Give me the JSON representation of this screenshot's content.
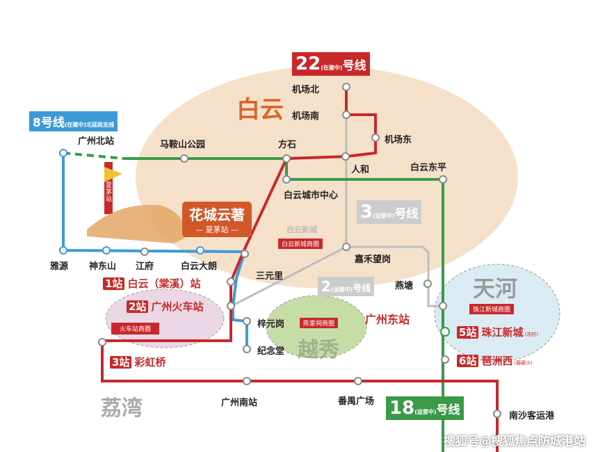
{
  "colors": {
    "line22": "#c8282a",
    "line8": "#3d9ad8",
    "line18": "#3a9a48",
    "line3": "#bdbdbd",
    "baiyun": "#f3dcc0",
    "tianhe": "#dbebf3",
    "yuexiu": "#c6dda8",
    "liwan": "#ead8e6"
  },
  "districts": {
    "baiyun": "白云",
    "tianhe": "天河",
    "yuexiu": "越秀",
    "liwan": "荔湾"
  },
  "lines": {
    "l22": {
      "num": "22",
      "status": "(在建中)",
      "name": "号线"
    },
    "l8": {
      "num": "8号线",
      "status": "(在建中)",
      "name": "北延段支线"
    },
    "l3": {
      "num": "3",
      "status": "(运营中)",
      "name": "号线"
    },
    "l2": {
      "num": "2",
      "status": "(运营中)",
      "name": "号线"
    },
    "l18": {
      "num": "18",
      "status": "(运营中)",
      "name": "号线"
    }
  },
  "stations": {
    "jichangbei": "机场北",
    "jichangnan": "机场南",
    "jichangdong": "机场东",
    "guangzhoubei": "广州北站",
    "maanshan": "马鞍山公园",
    "fangshi": "方石",
    "renhe": "人和",
    "baiyundongping": "白云东平",
    "baiyuncity": "白云城市中心",
    "yayuan": "雅源",
    "shendongshan": "神东山",
    "jiangfu": "江府",
    "baiyundalang": "白云大朗",
    "sanyuanli": "三元里",
    "jiahe": "嘉禾望岗",
    "yantang": "燕塘",
    "guangzhoudong": "广州东站",
    "ziyuangang": "梓元岗",
    "jiniantang": "纪念堂",
    "guangzhounan": "广州南站",
    "panyu": "番禺广场",
    "nansha": "南沙客运港"
  },
  "stops": [
    {
      "num": "1站",
      "name": "白云（棠溪）站",
      "note": ""
    },
    {
      "num": "2站",
      "name": "广州火车站",
      "note": ""
    },
    {
      "num": "3站",
      "name": "彩虹桥",
      "note": ""
    },
    {
      "num": "5站",
      "name": "珠江新城",
      "note": "(冼村)"
    },
    {
      "num": "6站",
      "name": "琶洲西",
      "note": "(磨碟沙)"
    }
  ],
  "business": {
    "baiyunxincheng": "白云新城",
    "baiyunxinchengTag": "白云新城商圈",
    "zhujiang": "珠江新城商圈",
    "chenjiaci": "陈家祠商圈",
    "huochezhan": "火车站商圈"
  },
  "project": {
    "name": "花城云著",
    "station": "— 夏茅站 —",
    "vertical": "夏茅站"
  },
  "watermark": "搜狐号@搜狐焦点防城港站"
}
